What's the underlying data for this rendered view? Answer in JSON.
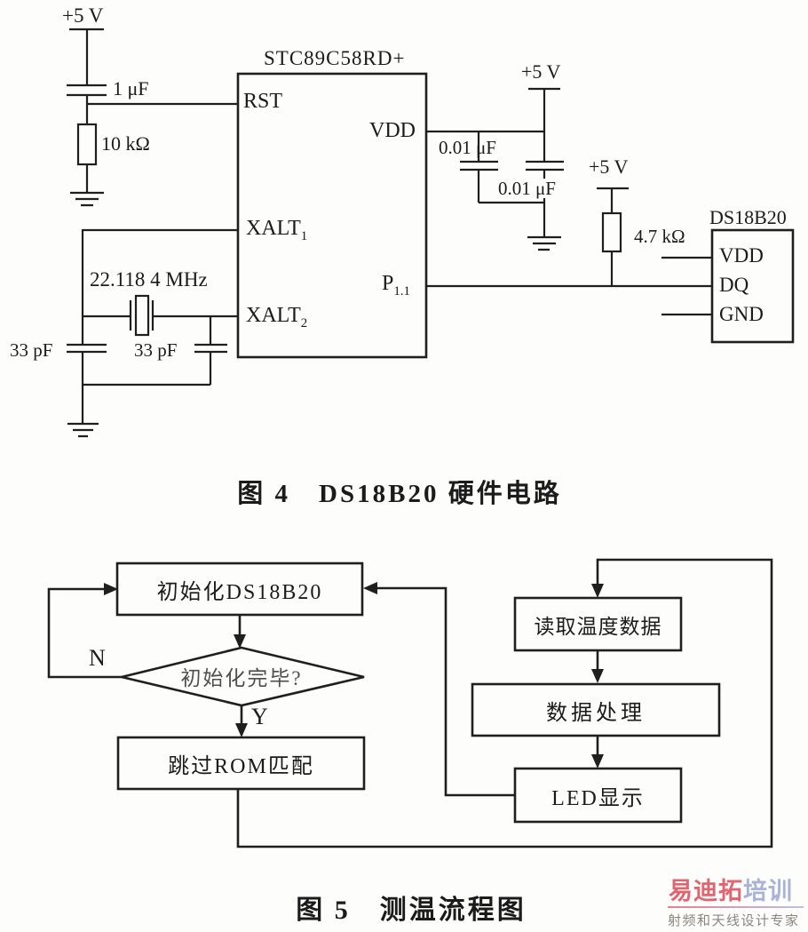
{
  "figure4": {
    "caption": "图 4　DS18B20 硬件电路",
    "mcu": {
      "title": "STC89C58RD+",
      "pins": {
        "rst": "RST",
        "xalt1": {
          "base": "XALT",
          "sub": "1"
        },
        "xalt2": {
          "base": "XALT",
          "sub": "2"
        },
        "vdd": "VDD",
        "p11": {
          "base": "P",
          "sub": "1.1"
        }
      }
    },
    "sensor": {
      "title": "DS18B20",
      "pins": {
        "vdd": "VDD",
        "dq": "DQ",
        "gnd": "GND"
      }
    },
    "labels": {
      "supply1": "+5 V",
      "supply2": "+5 V",
      "supply3": "+5 V",
      "cap_reset": "1 μF",
      "res_reset": "10 kΩ",
      "cap_decouple1": "0.01 μF",
      "cap_decouple2": "0.01 μF",
      "res_pullup": "4.7 kΩ",
      "crystal_freq": "22.118 4 MHz",
      "cap_osc_left": "33 pF",
      "cap_osc_right": "33 pF"
    }
  },
  "figure5": {
    "caption": "图 5　测温流程图",
    "nodes": {
      "init": "初始化DS18B20",
      "check": "初始化完毕?",
      "skip_rom": "跳过ROM匹配",
      "read": "读取温度数据",
      "process": "数据处理",
      "display": "LED显示"
    },
    "branch_no": "N",
    "branch_yes": "Y"
  },
  "watermark": {
    "brand_primary": "易迪拓",
    "brand_secondary": "培训",
    "tagline": "射频和天线设计专家",
    "colors": {
      "primary": "#e06570",
      "secondary": "#a9b2d9",
      "tagline": "#8b857d",
      "line": "#1f1f1f"
    }
  }
}
